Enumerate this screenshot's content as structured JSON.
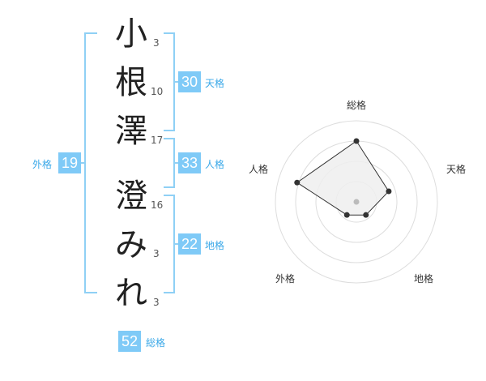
{
  "name_chars": [
    {
      "char": "小",
      "strokes": "3"
    },
    {
      "char": "根",
      "strokes": "10"
    },
    {
      "char": "澤",
      "strokes": "17"
    },
    {
      "char": "澄",
      "strokes": "16"
    },
    {
      "char": "み",
      "strokes": "3"
    },
    {
      "char": "れ",
      "strokes": "3"
    }
  ],
  "kakusu": {
    "tenkaku": {
      "label": "天格",
      "value": "30"
    },
    "jinkaku": {
      "label": "人格",
      "value": "33"
    },
    "chikaku": {
      "label": "地格",
      "value": "22"
    },
    "gaikaku": {
      "label": "外格",
      "value": "19"
    },
    "soukaku": {
      "label": "総格",
      "value": "52"
    }
  },
  "radar": {
    "axes": [
      "総格",
      "天格",
      "地格",
      "外格",
      "人格"
    ],
    "levels": 4,
    "values": [
      0.75,
      0.42,
      0.2,
      0.2,
      0.77
    ],
    "colors": {
      "grid": "#dddddd",
      "fill": "#eeeeee",
      "line": "#333333",
      "point": "#333333",
      "center": "#bbbbbb"
    }
  },
  "colors": {
    "accent": "#7fcaf7"
  }
}
